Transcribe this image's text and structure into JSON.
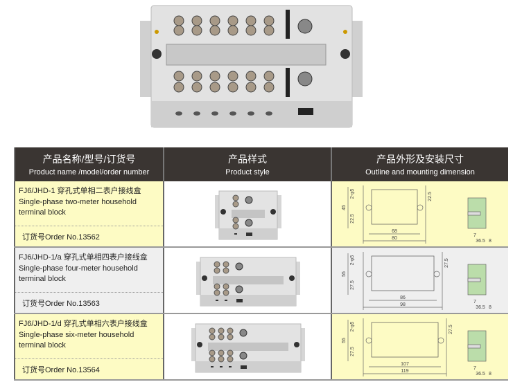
{
  "header": {
    "col1_cn": "产品名称/型号/订货号",
    "col1_en": "Product name /model/order number",
    "col2_cn": "产品样式",
    "col2_en": "Product style",
    "col3_cn": "产品外形及安装尺寸",
    "col3_en": "Outline  and mounting dimension"
  },
  "hero": {
    "terminals_per_row": 6
  },
  "rows": [
    {
      "name_cn": "FJ6/JHD-1 穿孔式单相二表户接线盒",
      "name_en1": "Single-phase two-meter household",
      "name_en2": "terminal block",
      "order": "订货号Order No.13562",
      "meters": 2,
      "dims": {
        "height": "45",
        "half_top": "22.5",
        "half_bottom": "22.5",
        "holes": "2-φ5",
        "inner": "68",
        "outer": "80",
        "side_a": "7",
        "side_b": "36.5",
        "side_c": "8"
      },
      "bg": "#fdfbc4"
    },
    {
      "name_cn": "FJ6/JHD-1/a 穿孔式单相四表户接线盒",
      "name_en1": "Single-phase four-meter household",
      "name_en2": "terminal block",
      "order": "订货号Order No.13563",
      "meters": 4,
      "dims": {
        "height": "55",
        "half_top": "27.5",
        "half_bottom": "27.5",
        "holes": "2-φ5",
        "inner": "86",
        "outer": "98",
        "side_a": "7",
        "side_b": "36.5",
        "side_c": "8"
      },
      "bg": "#efefef"
    },
    {
      "name_cn": "FJ6/JHD-1/d 穿孔式单相六表户接线盒",
      "name_en1": "Single-phase six-meter household",
      "name_en2": "terminal block",
      "order": "订货号Order No.13564",
      "meters": 6,
      "dims": {
        "height": "55",
        "half_top": "27.5",
        "half_bottom": "27.5",
        "holes": "2-φ5",
        "inner": "107",
        "outer": "119",
        "side_a": "7",
        "side_b": "36.5",
        "side_c": "8"
      },
      "bg": "#fdfbc4"
    }
  ]
}
